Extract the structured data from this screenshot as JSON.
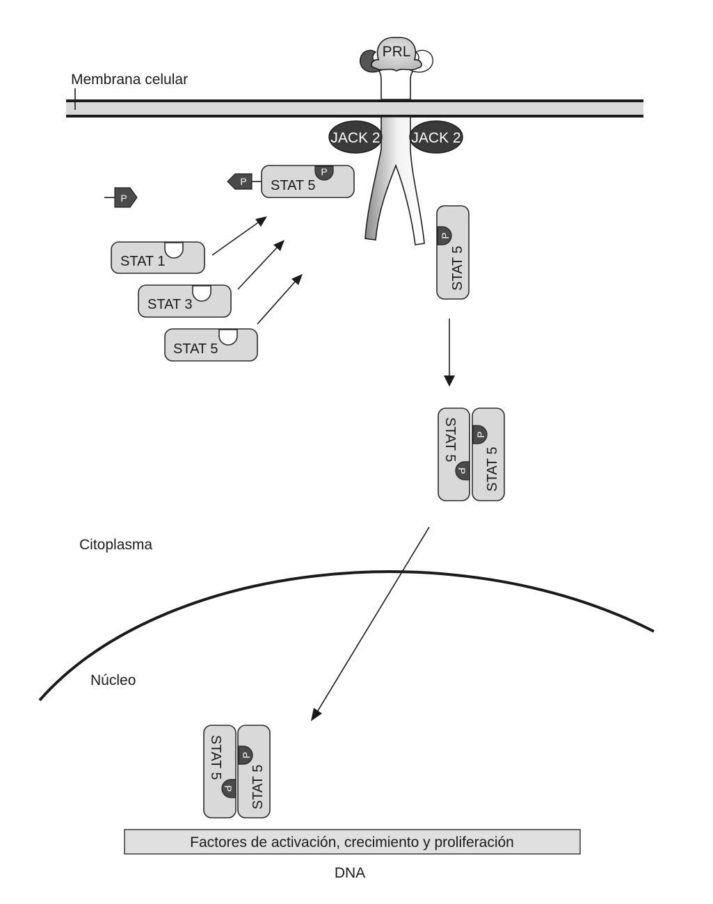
{
  "labels": {
    "membrane": "Membrana celular",
    "cytoplasm": "Citoplasma",
    "nucleus": "Núcleo",
    "dna": "DNA",
    "dna_bar": "Factores de activación, crecimiento y proliferación"
  },
  "hormone": "PRL",
  "kinase_left": "JACK 2",
  "kinase_right": "JACK 2",
  "phosphate": "P",
  "stats": {
    "stat1": "STAT 1",
    "stat3": "STAT 3",
    "stat5": "STAT 5"
  },
  "colors": {
    "membrane": "#1a1a1a",
    "stat_fill": "#d9d9d9",
    "kinase_fill": "#3a3a3a",
    "phosphate_fill": "#4a4a4a"
  }
}
